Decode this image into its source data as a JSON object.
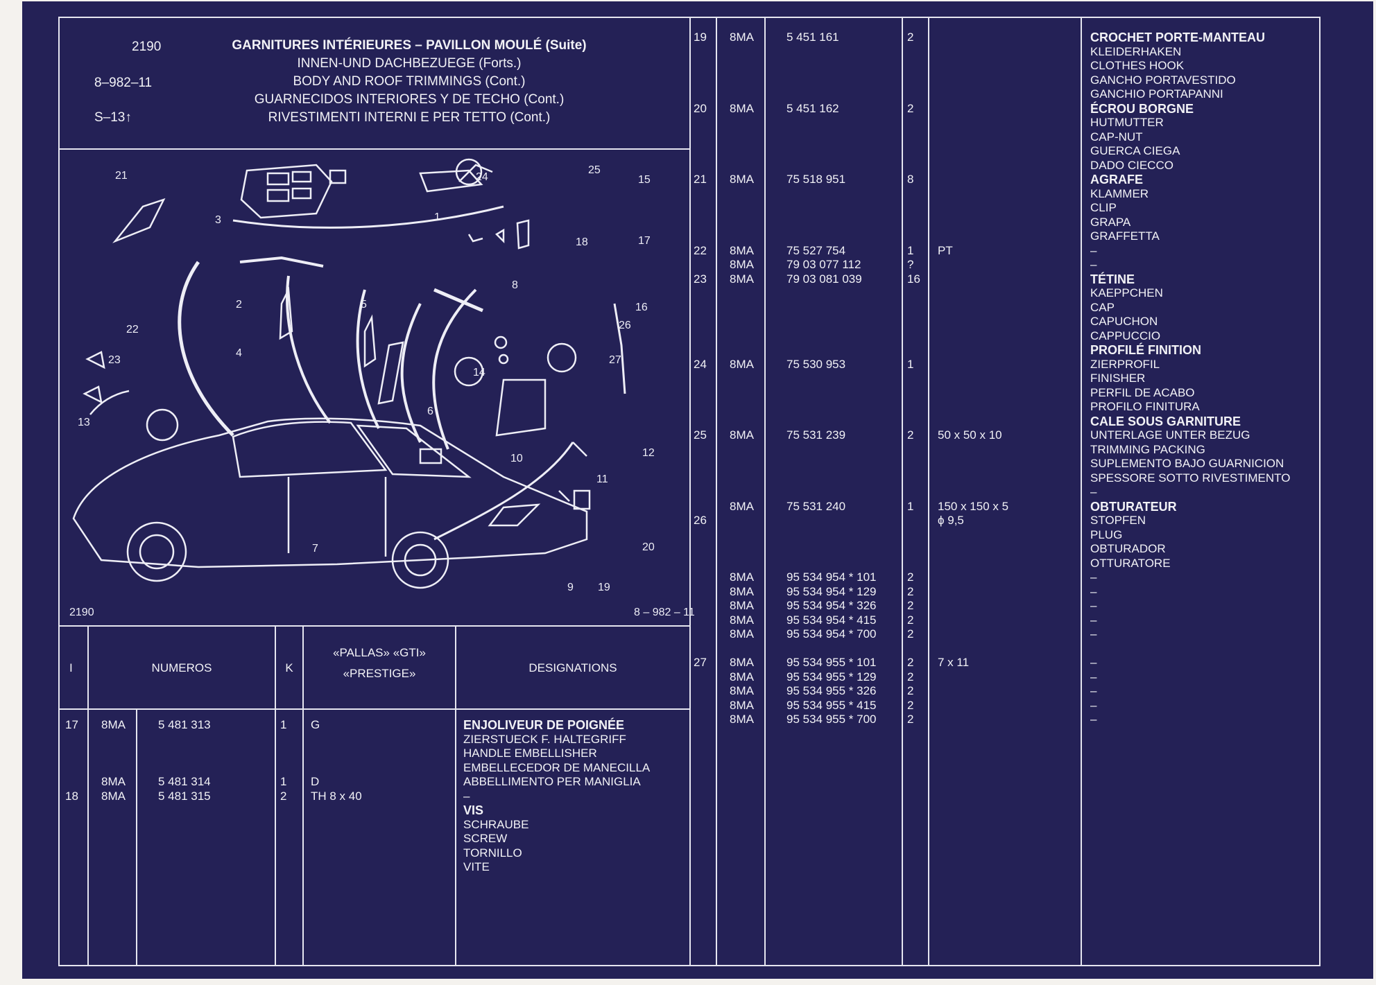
{
  "header": {
    "code": "2190",
    "ref": "8–982–11",
    "sheet": "S–13↑",
    "titles": [
      "GARNITURES INTÉRIEURES – PAVILLON MOULÉ (Suite)",
      "INNEN-UND DACHBEZUEGE (Forts.)",
      "BODY AND ROOF TRIMMINGS (Cont.)",
      "GUARNECIDOS INTERIORES Y DE TECHO (Cont.)",
      "RIVESTIMENTI INTERNI E PER TETTO (Cont.)"
    ]
  },
  "diagram": {
    "callouts": [
      "1",
      "2",
      "3",
      "4",
      "5",
      "6",
      "7",
      "8",
      "9",
      "10",
      "11",
      "12",
      "13",
      "14",
      "15",
      "16",
      "17",
      "18",
      "19",
      "20",
      "21",
      "22",
      "23",
      "24",
      "25",
      "26",
      "27"
    ],
    "footer_left": "2190",
    "footer_right": "8 – 982 – 11"
  },
  "columns": {
    "index": "I",
    "numeros": "NUMEROS",
    "k": "K",
    "pallas_line1": "«PALLAS» «GTI»",
    "pallas_line2": "«PRESTIGE»",
    "designations": "DESIGNATIONS"
  },
  "left_rows": {
    "index": [
      "17",
      "",
      "",
      "",
      "",
      "18"
    ],
    "prefix": [
      "8MA",
      "",
      "",
      "",
      "8MA",
      "8MA"
    ],
    "number": [
      "5 481 313",
      "",
      "",
      "",
      "5 481 314",
      "5 481 315"
    ],
    "qty": [
      "1",
      "",
      "",
      "",
      "1",
      "2"
    ],
    "note": [
      "G",
      "",
      "",
      "",
      "D",
      "TH 8 x 40"
    ],
    "desc": [
      {
        "t": "ENJOLIVEUR DE POIGNÉE",
        "h": true
      },
      {
        "t": "ZIERSTUECK F. HALTEGRIFF"
      },
      {
        "t": "HANDLE EMBELLISHER"
      },
      {
        "t": "EMBELLECEDOR DE MANECILLA"
      },
      {
        "t": "ABBELLIMENTO PER MANIGLIA"
      },
      {
        "t": "–"
      },
      {
        "t": "VIS",
        "h": true
      },
      {
        "t": "SCHRAUBE"
      },
      {
        "t": "SCREW"
      },
      {
        "t": "TORNILLO"
      },
      {
        "t": "VITE"
      }
    ]
  },
  "right_rows": {
    "index": [
      "19",
      "",
      "",
      "",
      "",
      "20",
      "",
      "",
      "",
      "",
      "21",
      "",
      "",
      "",
      "",
      "22",
      "",
      "23",
      "",
      "",
      "",
      "",
      "",
      "24",
      "",
      "",
      "",
      "",
      "25",
      "",
      "",
      "",
      "",
      "",
      "26",
      "",
      "",
      "",
      "",
      "",
      "",
      "",
      "",
      "",
      "27"
    ],
    "prefix": [
      "8MA",
      "",
      "",
      "",
      "",
      "8MA",
      "",
      "",
      "",
      "",
      "8MA",
      "",
      "",
      "",
      "",
      "8MA",
      "8MA",
      "8MA",
      "",
      "",
      "",
      "",
      "",
      "8MA",
      "",
      "",
      "",
      "",
      "8MA",
      "",
      "",
      "",
      "",
      "8MA",
      "",
      "",
      "",
      "",
      "8MA",
      "8MA",
      "8MA",
      "8MA",
      "8MA",
      "",
      "8MA",
      "8MA",
      "8MA",
      "8MA",
      "8MA"
    ],
    "number": [
      "5 451 161",
      "",
      "",
      "",
      "",
      "5 451 162",
      "",
      "",
      "",
      "",
      "75 518 951",
      "",
      "",
      "",
      "",
      "75 527 754",
      "79 03 077 112",
      "79 03 081 039",
      "",
      "",
      "",
      "",
      "",
      "75 530 953",
      "",
      "",
      "",
      "",
      "75 531 239",
      "",
      "",
      "",
      "",
      "75 531 240",
      "",
      "",
      "",
      "",
      "95 534 954 * 101",
      "95 534 954 * 129",
      "95 534 954 * 326",
      "95 534 954 * 415",
      "95 534 954 * 700",
      "",
      "95 534 955 * 101",
      "95 534 955 * 129",
      "95 534 955 * 326",
      "95 534 955 * 415",
      "95 534 955 * 700"
    ],
    "qty": [
      "2",
      "",
      "",
      "",
      "",
      "2",
      "",
      "",
      "",
      "",
      "8",
      "",
      "",
      "",
      "",
      "1",
      "?",
      "16",
      "",
      "",
      "",
      "",
      "",
      "1",
      "",
      "",
      "",
      "",
      "2",
      "",
      "",
      "",
      "",
      "1",
      "",
      "",
      "",
      "",
      "2",
      "2",
      "2",
      "2",
      "2",
      "",
      "2",
      "2",
      "2",
      "2",
      "2"
    ],
    "note": [
      "",
      "",
      "",
      "",
      "",
      "",
      "",
      "",
      "",
      "",
      "",
      "",
      "",
      "",
      "",
      "PT",
      "",
      "",
      "",
      "",
      "",
      "",
      "",
      "",
      "",
      "",
      "",
      "",
      "50 x 50 x 10",
      "",
      "",
      "",
      "",
      "150 x 150 x 5",
      "ϕ 9,5",
      "",
      "",
      "",
      "",
      "",
      "",
      "",
      "",
      "",
      "7 x 11"
    ],
    "desc": [
      {
        "t": "CROCHET PORTE-MANTEAU",
        "h": true
      },
      {
        "t": "KLEIDERHAKEN"
      },
      {
        "t": "CLOTHES HOOK"
      },
      {
        "t": "GANCHO PORTAVESTIDO"
      },
      {
        "t": "GANCHIO PORTAPANNI"
      },
      {
        "t": "ÉCROU BORGNE",
        "h": true
      },
      {
        "t": "HUTMUTTER"
      },
      {
        "t": "CAP-NUT"
      },
      {
        "t": "GUERCA CIEGA"
      },
      {
        "t": "DADO CIECCO"
      },
      {
        "t": "AGRAFE",
        "h": true
      },
      {
        "t": "KLAMMER"
      },
      {
        "t": "CLIP"
      },
      {
        "t": "GRAPA"
      },
      {
        "t": "GRAFFETTA"
      },
      {
        "t": "–"
      },
      {
        "t": "–"
      },
      {
        "t": "TÉTINE",
        "h": true
      },
      {
        "t": "KAEPPCHEN"
      },
      {
        "t": "CAP"
      },
      {
        "t": "CAPUCHON"
      },
      {
        "t": "CAPPUCCIO"
      },
      {
        "t": "PROFILÉ FINITION",
        "h": true
      },
      {
        "t": "ZIERPROFIL"
      },
      {
        "t": "FINISHER"
      },
      {
        "t": "PERFIL DE ACABO"
      },
      {
        "t": "PROFILO FINITURA"
      },
      {
        "t": "CALE SOUS GARNITURE",
        "h": true
      },
      {
        "t": "UNTERLAGE UNTER BEZUG"
      },
      {
        "t": "TRIMMING PACKING"
      },
      {
        "t": "SUPLEMENTO BAJO GUARNICION"
      },
      {
        "t": "SPESSORE SOTTO RIVESTIMENTO"
      },
      {
        "t": "–"
      },
      {
        "t": "OBTURATEUR",
        "h": true
      },
      {
        "t": "STOPFEN"
      },
      {
        "t": "PLUG"
      },
      {
        "t": "OBTURADOR"
      },
      {
        "t": "OTTURATORE"
      },
      {
        "t": "–"
      },
      {
        "t": "–"
      },
      {
        "t": "–"
      },
      {
        "t": "–"
      },
      {
        "t": "–"
      },
      {
        "t": ""
      },
      {
        "t": "–"
      },
      {
        "t": "–"
      },
      {
        "t": "–"
      },
      {
        "t": "–"
      },
      {
        "t": "–"
      }
    ]
  }
}
